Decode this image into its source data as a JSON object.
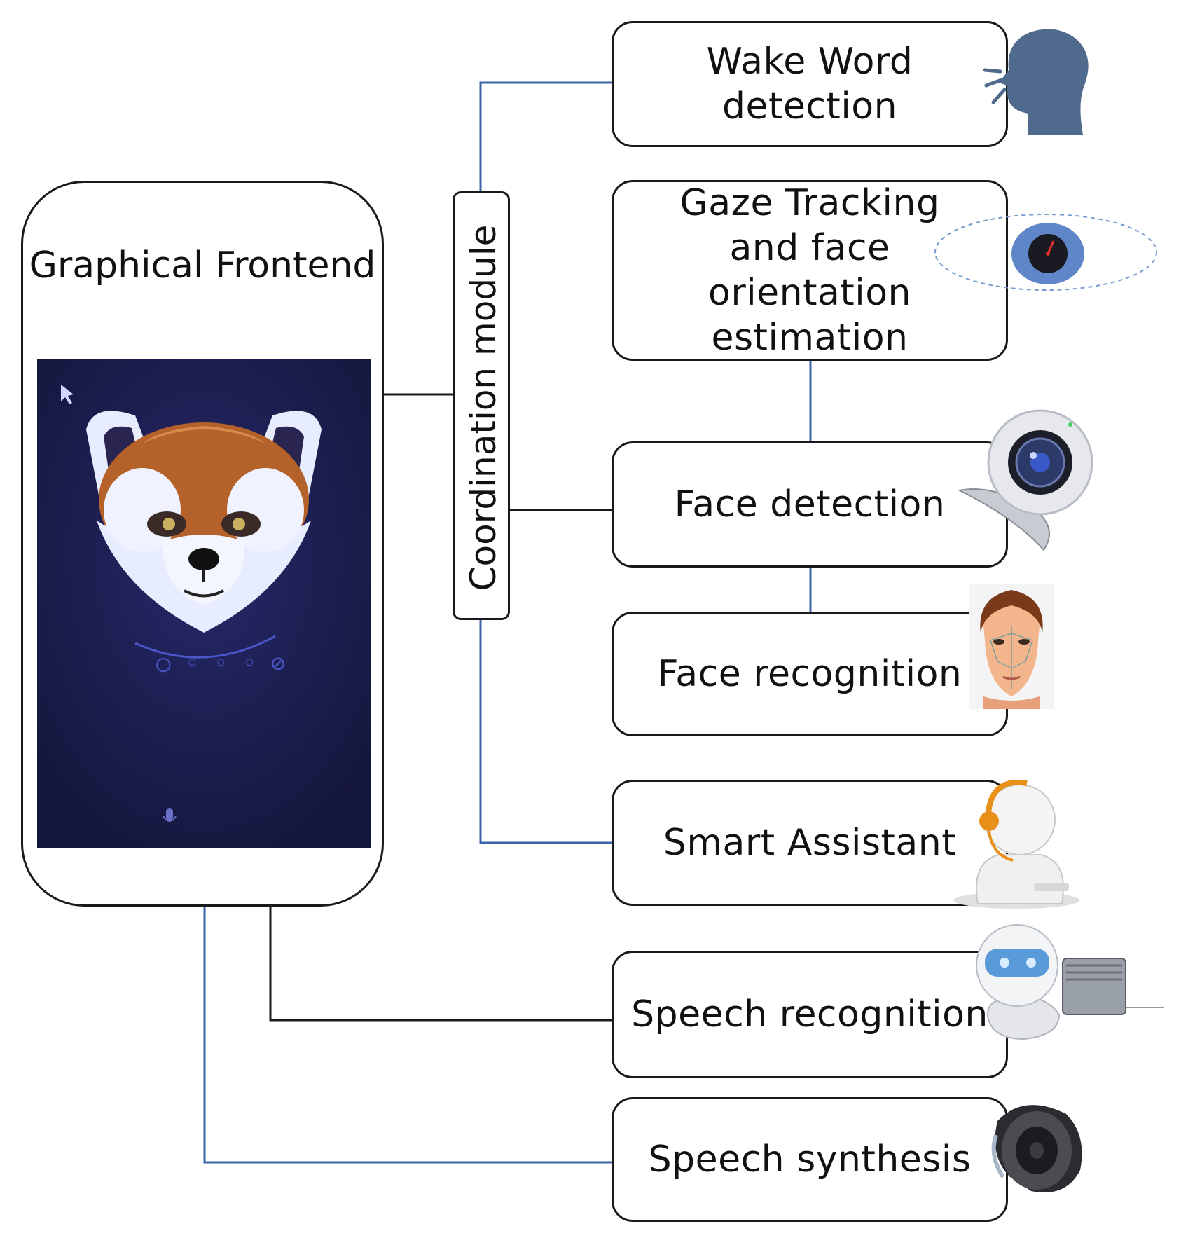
{
  "frontend": {
    "title": "Graphical Frontend"
  },
  "coordination": {
    "label": "Coordination module"
  },
  "modules": {
    "wake_word": "Wake Word detection",
    "gaze": "Gaze Tracking\nand face\norientation estimation",
    "face_detection": "Face detection",
    "face_recognition": "Face recognition",
    "smart_assistant": "Smart Assistant",
    "speech_recognition": "Speech recognition",
    "speech_synthesis": "Speech synthesis"
  },
  "colors": {
    "blue_wire": "#3a63a8",
    "black_wire": "#1a1a1a",
    "screen_bg": "#1d1f4f"
  },
  "icons": {
    "wake_word": "speaking-head-icon",
    "gaze": "eye-icon",
    "face_detection": "webcam-icon",
    "face_recognition": "face-mesh-icon",
    "smart_assistant": "headset-figure-icon",
    "speech_recognition": "robot-icon",
    "speech_synthesis": "speaker-icon"
  }
}
